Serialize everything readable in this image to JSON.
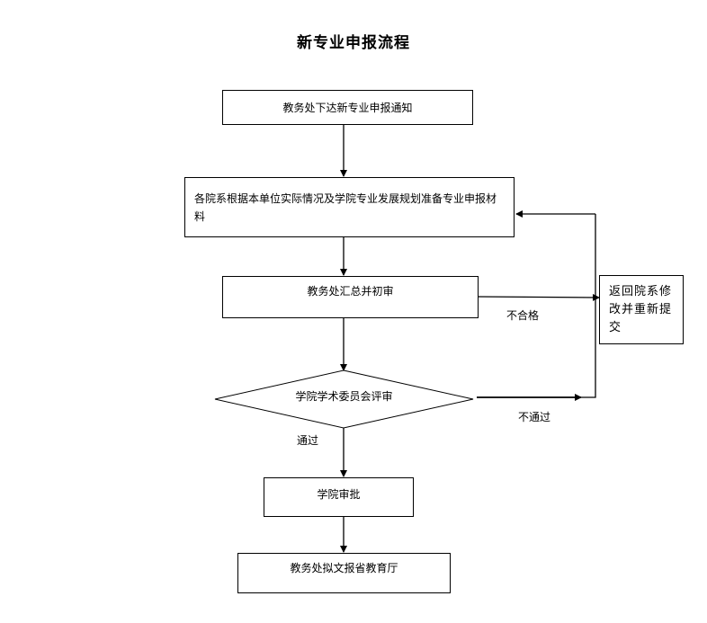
{
  "title": "新专业申报流程",
  "nodes": {
    "notify": "教务处下达新专业申报通知",
    "prepare": "各院系根据本单位实际情况及学院专业发展规划准备专业申报材料",
    "initial_review": "教务处汇总并初审",
    "committee_review": "学院学术委员会评审",
    "approval": "学院审批",
    "report": "教务处拟文报省教育厅",
    "return": "返回院系修改并重新提交"
  },
  "edge_labels": {
    "fail": "不合格",
    "reject": "不通过",
    "pass": "通过"
  }
}
